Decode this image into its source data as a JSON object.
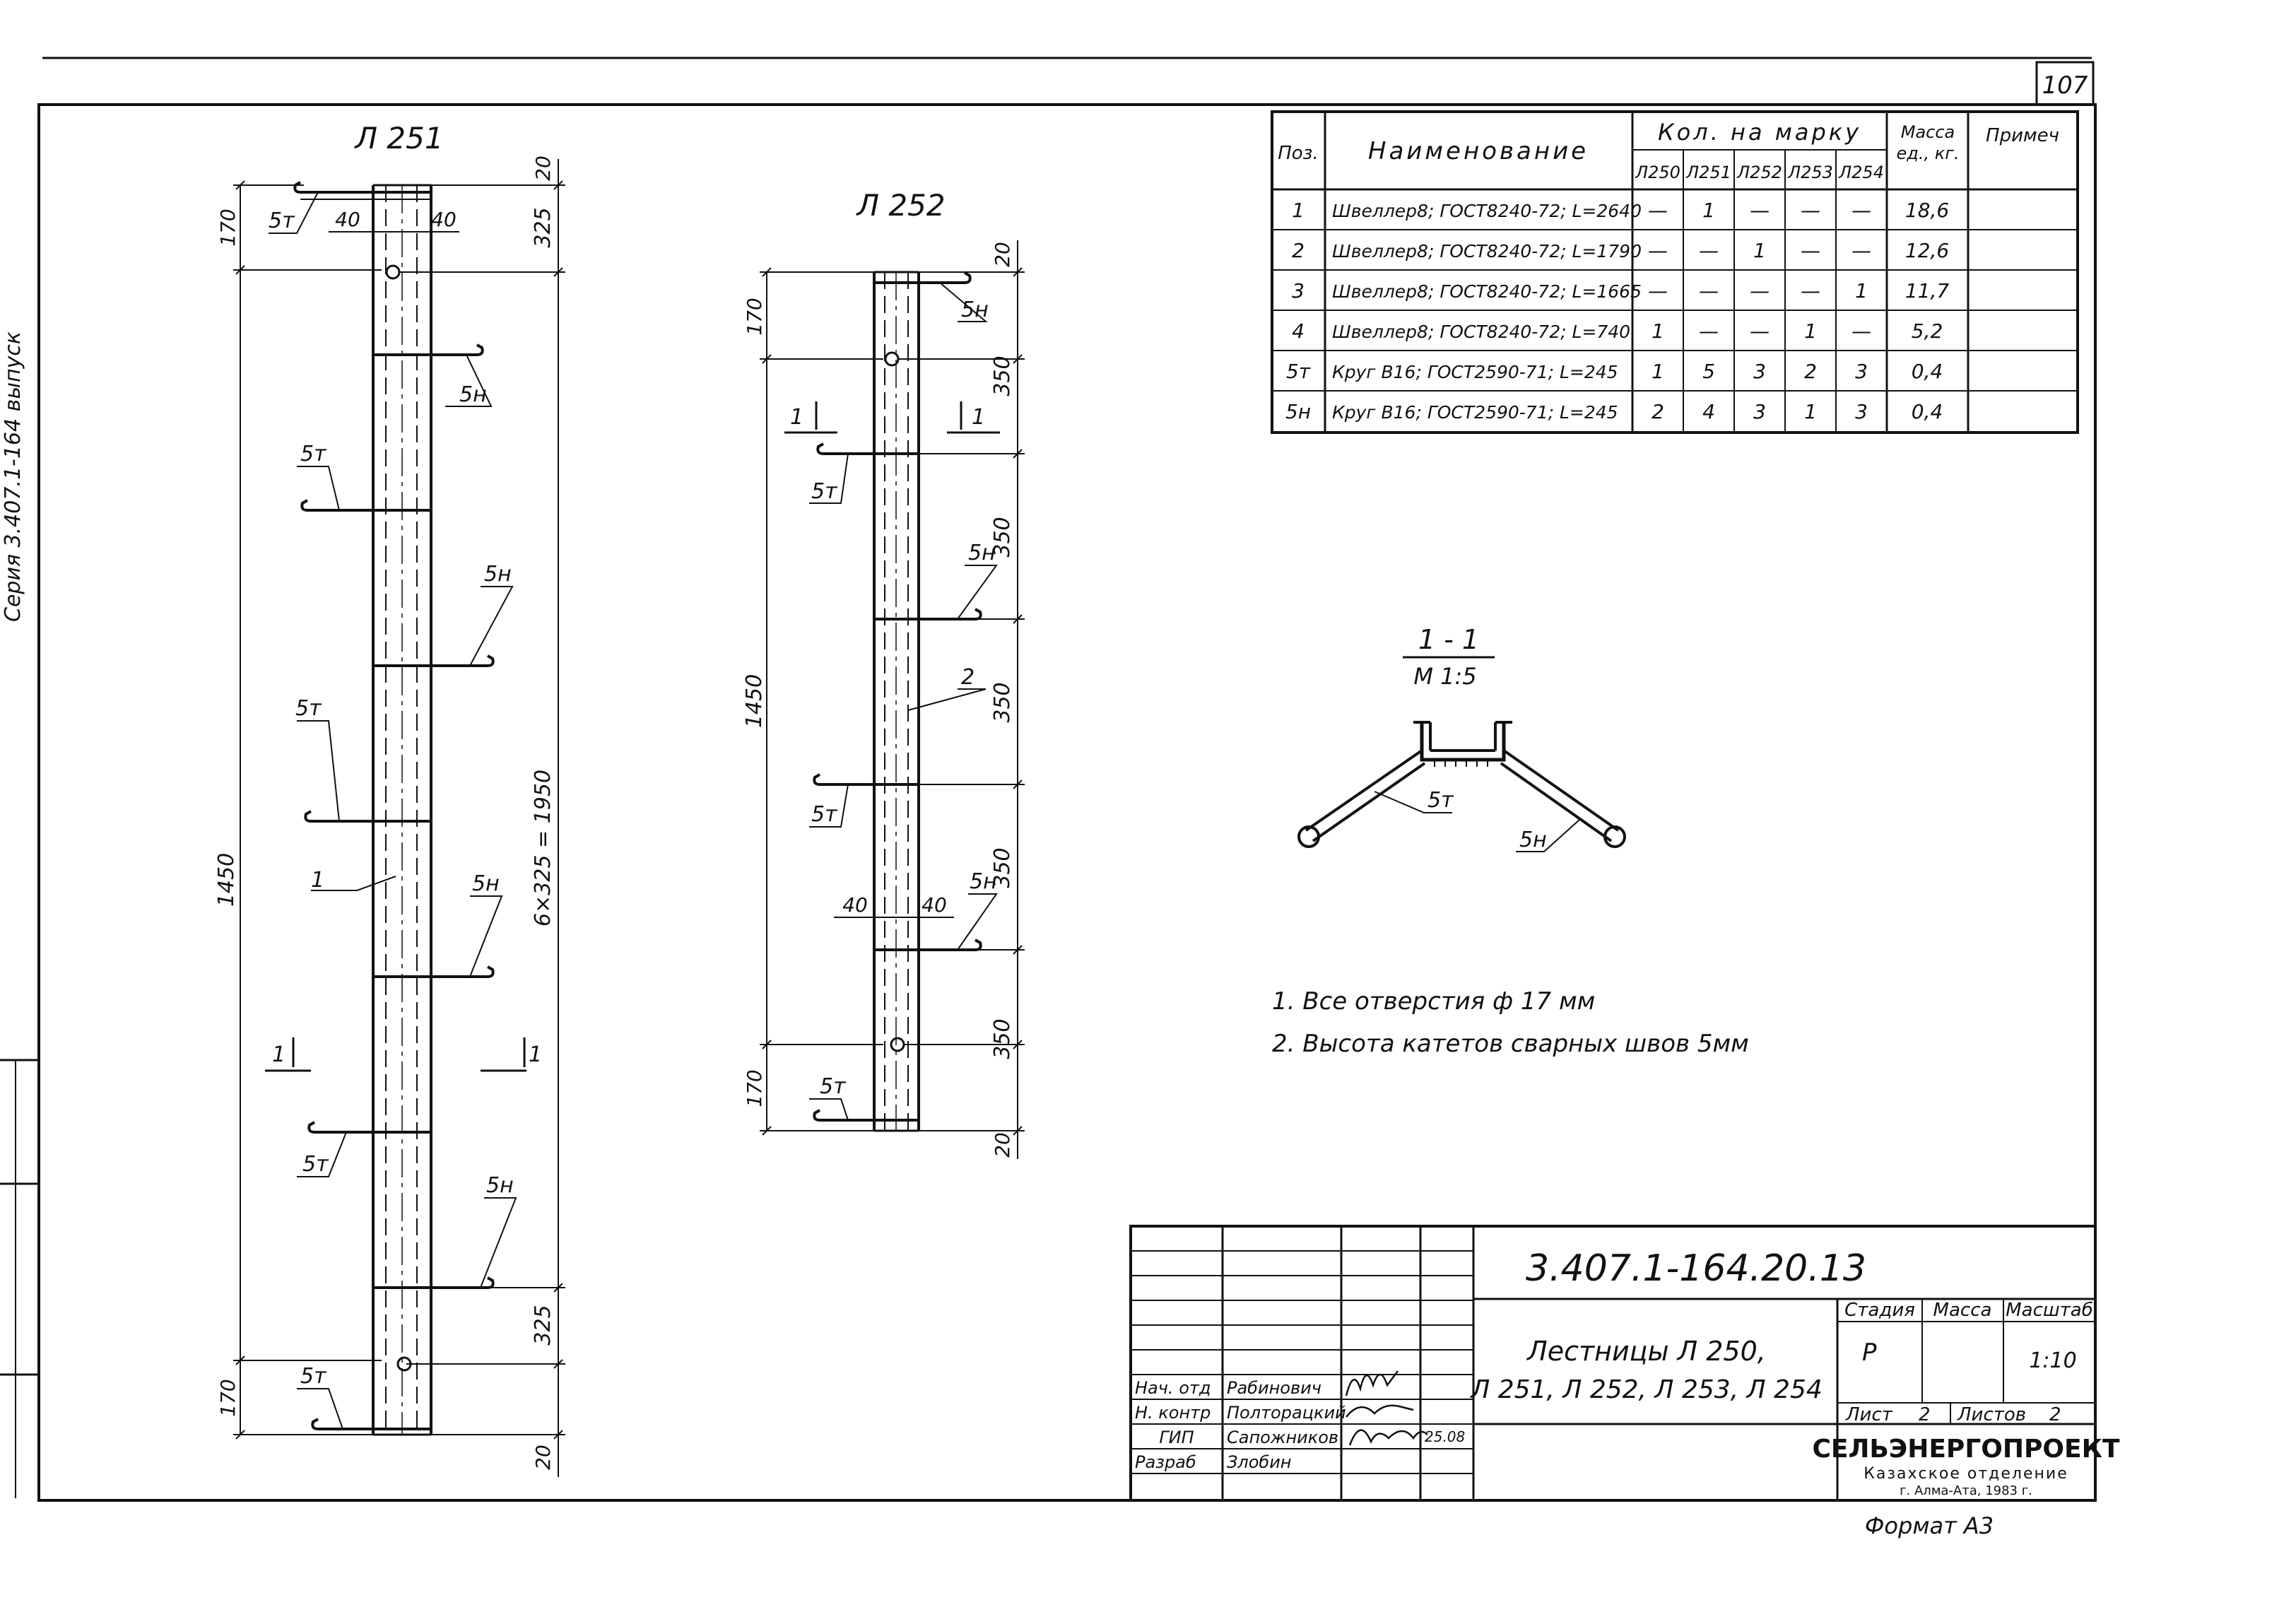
{
  "sheet": {
    "page_number": "107",
    "side_text": "Серия 3.407.1-164 выпуск",
    "format_note": "Формат А3"
  },
  "ladder_l251": {
    "title": "Л 251",
    "dims": {
      "top": "20",
      "bottom": "20",
      "first": "170",
      "last": "170",
      "spacing": "325",
      "spacing_last": "325",
      "total": "1450",
      "series": "6×325 = 1950",
      "offset_left": "40",
      "offset_right": "40"
    },
    "labels": {
      "rung_t": "5т",
      "rung_h": "5н",
      "item": "1",
      "section": "1"
    }
  },
  "ladder_l252": {
    "title": "Л 252",
    "dims": {
      "top": "20",
      "bottom": "20",
      "first": "170",
      "last": "170",
      "spacing": "350",
      "total": "1450",
      "offset_left": "40",
      "offset_right": "40"
    },
    "labels": {
      "rung_t": "5т",
      "rung_h": "5н",
      "item": "2",
      "section": "1"
    }
  },
  "spec_table": {
    "headers": {
      "pos": "Поз.",
      "name": "Наименование",
      "qty_group": "Кол. на марку",
      "mass": "Масса ед., кг.",
      "note": "Примеч"
    },
    "marks": [
      "Л250",
      "Л251",
      "Л252",
      "Л253",
      "Л254"
    ],
    "rows": [
      {
        "pos": "1",
        "name": "Швеллер8; ГОСТ8240-72; L=2640",
        "qty": [
          "—",
          "1",
          "—",
          "—",
          "—"
        ],
        "mass": "18,6",
        "note": ""
      },
      {
        "pos": "2",
        "name": "Швеллер8; ГОСТ8240-72; L=1790",
        "qty": [
          "—",
          "—",
          "1",
          "—",
          "—"
        ],
        "mass": "12,6",
        "note": ""
      },
      {
        "pos": "3",
        "name": "Швеллер8; ГОСТ8240-72; L=1665",
        "qty": [
          "—",
          "—",
          "—",
          "—",
          "1"
        ],
        "mass": "11,7",
        "note": ""
      },
      {
        "pos": "4",
        "name": "Швеллер8; ГОСТ8240-72; L=740",
        "qty": [
          "1",
          "—",
          "—",
          "1",
          "—"
        ],
        "mass": "5,2",
        "note": ""
      },
      {
        "pos": "5т",
        "name": "Круг В16; ГОСТ2590-71; L=245",
        "qty": [
          "1",
          "5",
          "3",
          "2",
          "3"
        ],
        "mass": "0,4",
        "note": ""
      },
      {
        "pos": "5н",
        "name": "Круг В16; ГОСТ2590-71; L=245",
        "qty": [
          "2",
          "4",
          "3",
          "1",
          "3"
        ],
        "mass": "0,4",
        "note": ""
      }
    ]
  },
  "section": {
    "title": "1 - 1",
    "scale": "М 1:5",
    "label_t": "5т",
    "label_h": "5н"
  },
  "notes": [
    "1. Все отверстия ф 17 мм",
    "2. Высота катетов сварных швов 5мм"
  ],
  "title_block": {
    "doc_code": "3.407.1-164.20.13",
    "title_line1": "Лестницы Л 250,",
    "title_line2": "Л 251, Л 252, Л 253, Л 254",
    "stage_label": "Стадия",
    "stage_value": "Р",
    "mass_label": "Масса",
    "scale_label": "Масштаб",
    "scale_value": "1:10",
    "sheet_label": "Лист",
    "sheet_value": "2",
    "sheets_label": "Листов",
    "sheets_value": "2",
    "org_line1": "СЕЛЬЭНЕРГОПРОЕКТ",
    "org_line2": "Казахское отделение",
    "org_line3": "г. Алма-Ата, 1983 г.",
    "date": "25.08",
    "staff": [
      {
        "role": "Нач. отд",
        "name": "Рабинович"
      },
      {
        "role": "Н. контр",
        "name": "Полторацкий"
      },
      {
        "role": "ГИП",
        "name": "Сапожников"
      },
      {
        "role": "Разраб",
        "name": "Злобин"
      }
    ]
  }
}
